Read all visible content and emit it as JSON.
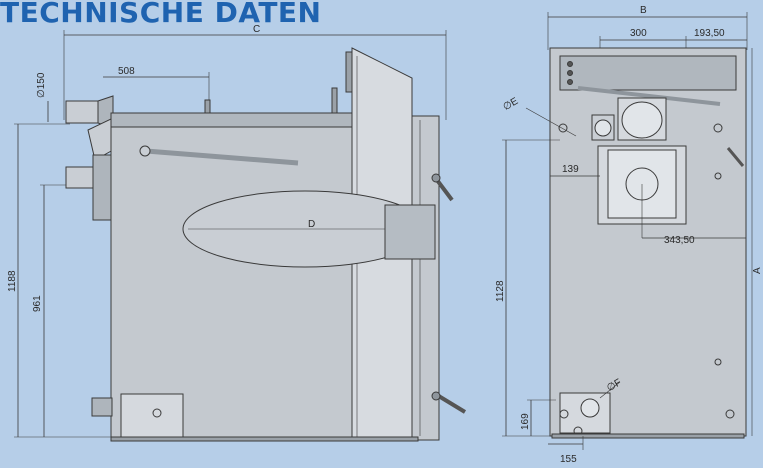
{
  "heading": "TECHNISCHE DATEN",
  "colors": {
    "background": "#b6cee8",
    "heading": "#1f63b0",
    "linework": "#3a3a3a",
    "metal_light": "#c9ced4",
    "metal_dark": "#8e959c"
  },
  "side_view": {
    "labels": {
      "overall_length": "C",
      "flue_diameter": "∅150",
      "flue_offset": "508",
      "total_height": "1188",
      "flue_height": "961",
      "firebox_depth": "D"
    }
  },
  "front_view": {
    "labels": {
      "overall_width": "B",
      "top_offset": "300",
      "top_side_offset": "193,50",
      "port_e": "∅E",
      "port_f": "∅F",
      "inlet_offset": "139",
      "firebox_offset": "343,50",
      "connection_height": "1128",
      "overall_height": "A",
      "outlet_height": "169",
      "outlet_offset": "155"
    }
  }
}
